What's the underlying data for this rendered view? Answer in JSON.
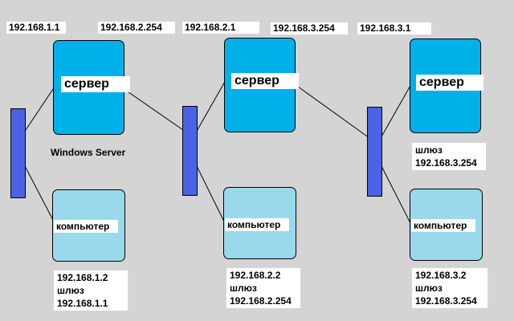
{
  "colors": {
    "background": "#d4d4d4",
    "server": "#00b0e8",
    "computer": "#9ad9ec",
    "switch": "#4a63e6"
  },
  "top_labels": [
    "192.168.1.1",
    "192.168.2.254",
    "192.168.2.1",
    "192.168.3.254",
    "192.168.3.1"
  ],
  "servers": [
    {
      "title": "сервер",
      "caption": "Windows Server"
    },
    {
      "title": "сервер"
    },
    {
      "title": "сервер",
      "gateway_label": "шлюз",
      "gateway_ip": "192.168.3.254"
    }
  ],
  "computers": [
    {
      "title": "компьютер",
      "ip": "192.168.1.2",
      "gateway_label": "шлюз",
      "gateway_ip": "192.168.1.1"
    },
    {
      "title": "компьютер",
      "ip": "192.168.2.2",
      "gateway_label": "шлюз",
      "gateway_ip": "192.168.2.254"
    },
    {
      "title": "компьютер",
      "ip": "192.168.3.2",
      "gateway_label": "шлюз",
      "gateway_ip": "192.168.3.254"
    }
  ]
}
